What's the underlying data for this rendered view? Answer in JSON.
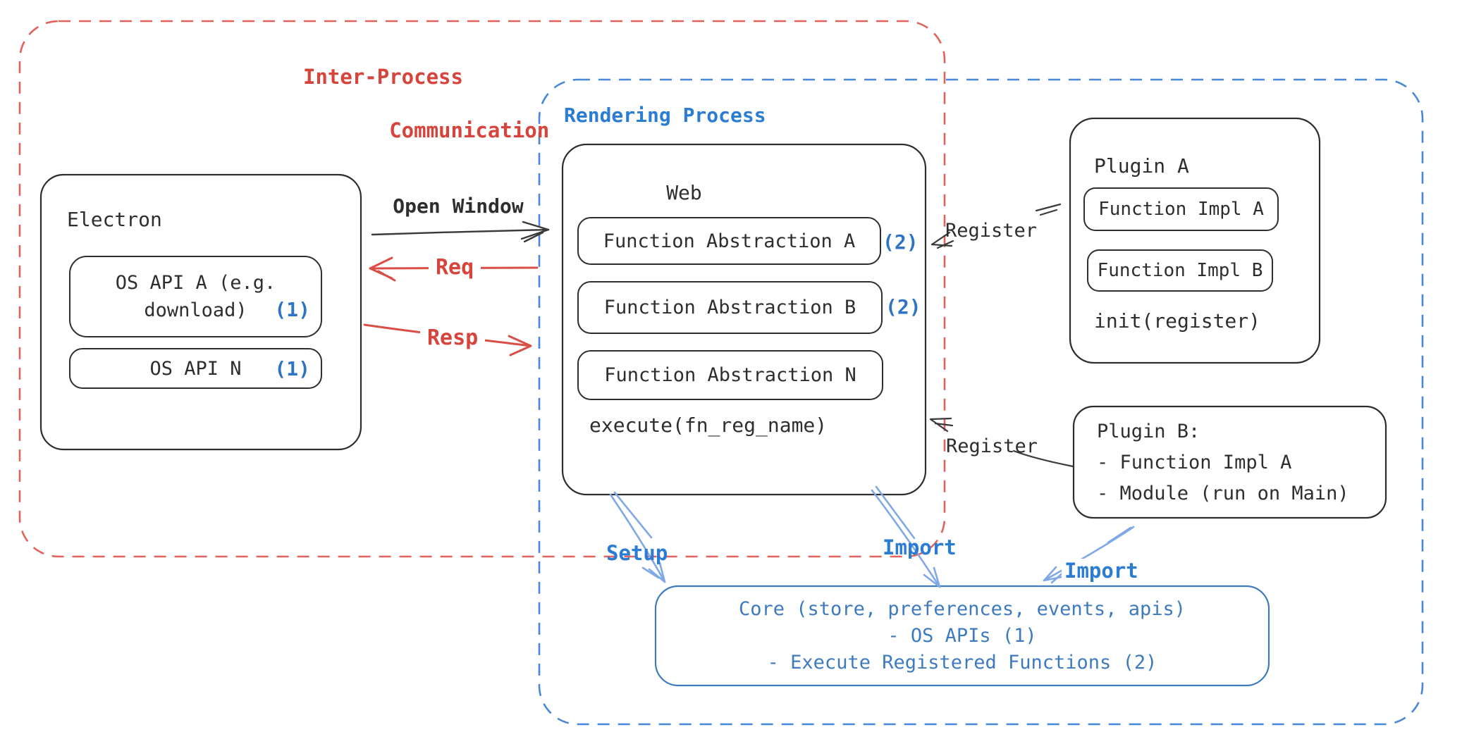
{
  "colors": {
    "red_text": "#d6443c",
    "red_dash": "#e2635b",
    "black_stroke": "#2e2e2e",
    "blue_text": "#2b7cd3",
    "blue_dash": "#4788d8",
    "badge_blue": "#2d74c4",
    "core_blue": "#3d7abe",
    "arrow_light_blue": "#7fa8e6"
  },
  "groups": {
    "ipc": {
      "label_line1": "Inter-Process",
      "label_line2": "Communication"
    },
    "rendering": {
      "label": "Rendering Process"
    }
  },
  "electron": {
    "title": "Electron",
    "os_api_a_line1": "OS API A (e.g.",
    "os_api_a_line2": "download)",
    "os_api_a_badge": "(1)",
    "os_api_n": "OS API N",
    "os_api_n_badge": "(1)"
  },
  "web": {
    "title": "Web",
    "fn_a": "Function Abstraction A",
    "fn_a_badge": "(2)",
    "fn_b": "Function Abstraction B",
    "fn_b_badge": "(2)",
    "fn_n": "Function Abstraction N",
    "execute": "execute(fn_reg_name)"
  },
  "plugin_a": {
    "title": "Plugin A",
    "impl_a": "Function Impl A",
    "impl_b": "Function Impl B",
    "init": "init(register)"
  },
  "plugin_b": {
    "line1": "Plugin B:",
    "line2": "- Function Impl A",
    "line3": "- Module (run on Main)"
  },
  "core": {
    "line1": "Core (store, preferences, events, apis)",
    "line2": "- OS APIs (1)",
    "line3": "- Execute Registered Functions (2)"
  },
  "arrows": {
    "open_window": "Open Window",
    "req": "Req",
    "resp": "Resp",
    "register_a": "Register",
    "register_b": "Register",
    "setup": "Setup",
    "import_web": "Import",
    "import_plugin": "Import"
  }
}
